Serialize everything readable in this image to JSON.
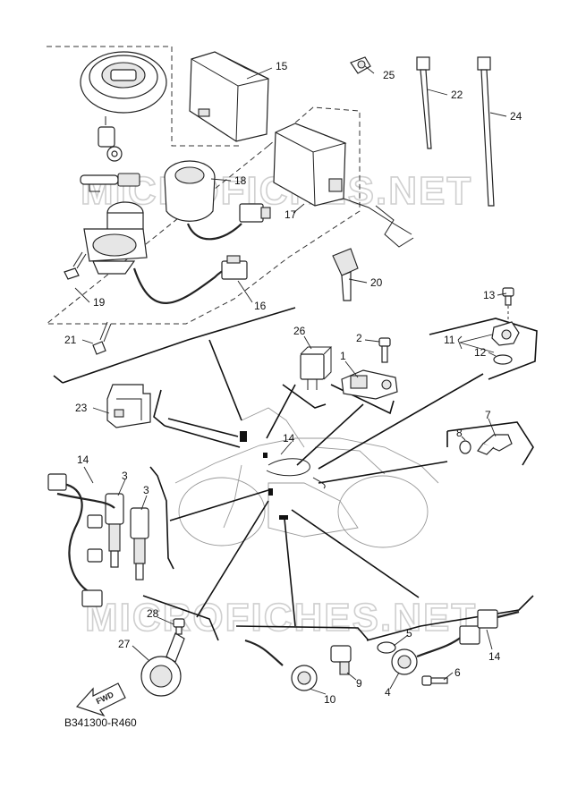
{
  "diagram": {
    "reference_code": "B341300-R460",
    "watermark": [
      "MICROFICHES.NET",
      "MICROFICHES.NET"
    ],
    "fwd_label": "FWD",
    "callouts": [
      "1",
      "2",
      "3",
      "3",
      "4",
      "5",
      "6",
      "7",
      "8",
      "9",
      "10",
      "11",
      "12",
      "13",
      "14",
      "14",
      "14",
      "15",
      "16",
      "17",
      "18",
      "19",
      "20",
      "21",
      "22",
      "23",
      "24",
      "25",
      "26",
      "27",
      "28"
    ]
  }
}
